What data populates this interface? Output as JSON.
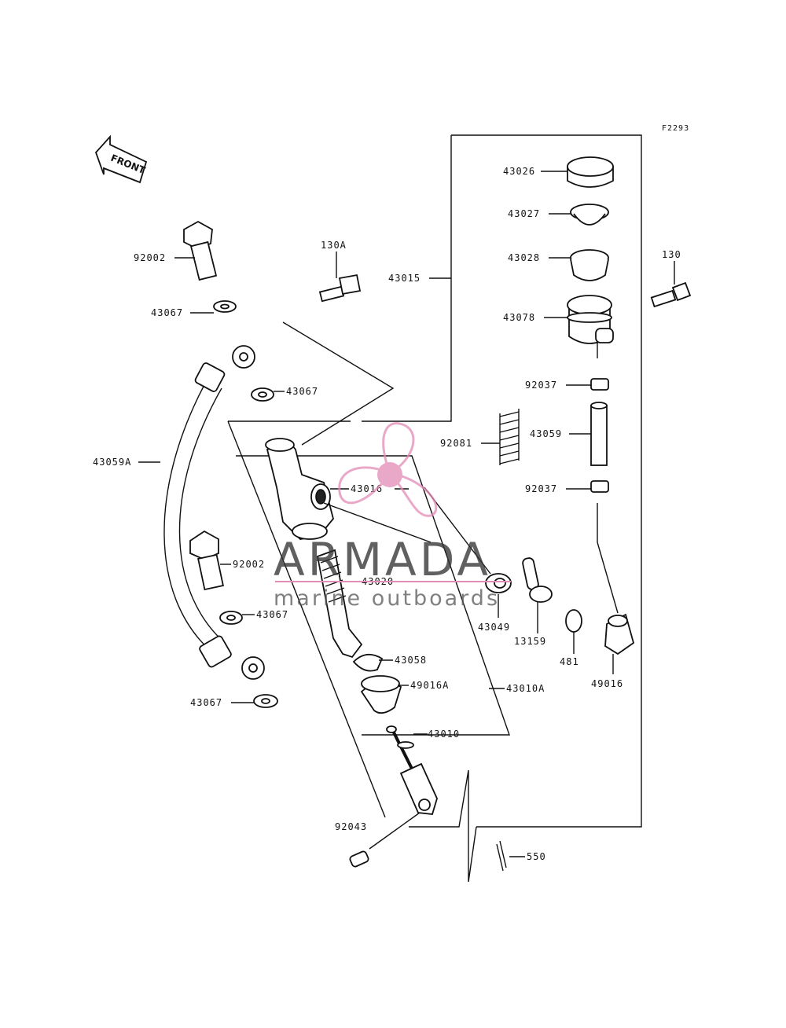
{
  "diagram_code": "F2293",
  "front_label": "FRONT",
  "watermark": {
    "title": "ARMADA",
    "subtitle": "marine outboards",
    "accent_color": "#e48cb8"
  },
  "parts": [
    "43026",
    "43027",
    "43028",
    "43078",
    "130",
    "92037",
    "43059",
    "92081",
    "92037",
    "43015",
    "130A",
    "92002",
    "43067",
    "43067",
    "43059A",
    "43016",
    "92002",
    "43020",
    "43067",
    "43049",
    "13159",
    "481",
    "49016",
    "43058",
    "49016A",
    "43010A",
    "43067",
    "43010",
    "92043",
    "550"
  ]
}
